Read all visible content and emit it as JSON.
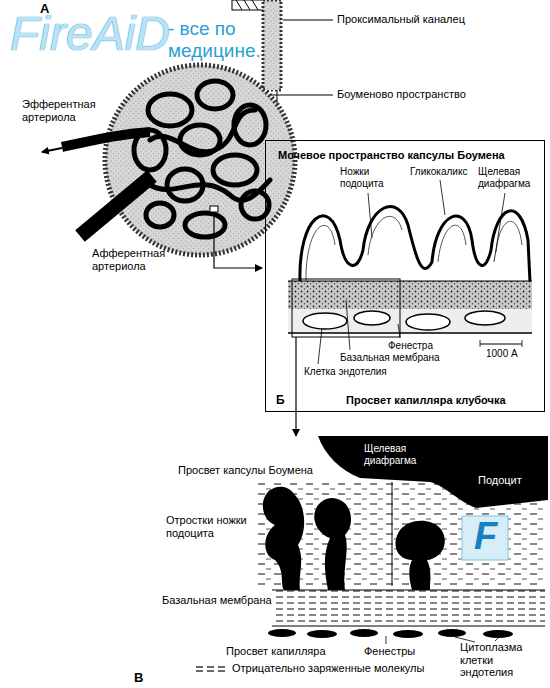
{
  "diagram": {
    "nodes": [
      {
        "text": [
          "Мочевое пространство капсулы Боумена",
          "Просвет капилляра клубочка"
        ]
      }
    ],
    "labels": [
      "А",
      "FireAiD",
      "- все по медицине.",
      "Проксимальный каналец",
      "Боуменово пространство",
      "Эфферентная артериола",
      "Афферентная артериола",
      "Ножки подоцита",
      "Гликокаликс",
      "Щелевая диафрагма",
      "Фенестра",
      "Базальная мембрана",
      "1000 А",
      "Клетка эндотелия",
      "Б",
      "Просвет капсулы Боумена",
      "Щелевая диафрагма",
      "Подоцит",
      "Отростки ножки подоцита",
      "Базальная мембрана",
      "Просвет капилляра",
      "Фенестры",
      "Цитоплазма клетки эндотелия",
      "F",
      "В"
    ],
    "legend": [
      {
        "text": "Отрицательно заряженные молекулы"
      }
    ]
  }
}
